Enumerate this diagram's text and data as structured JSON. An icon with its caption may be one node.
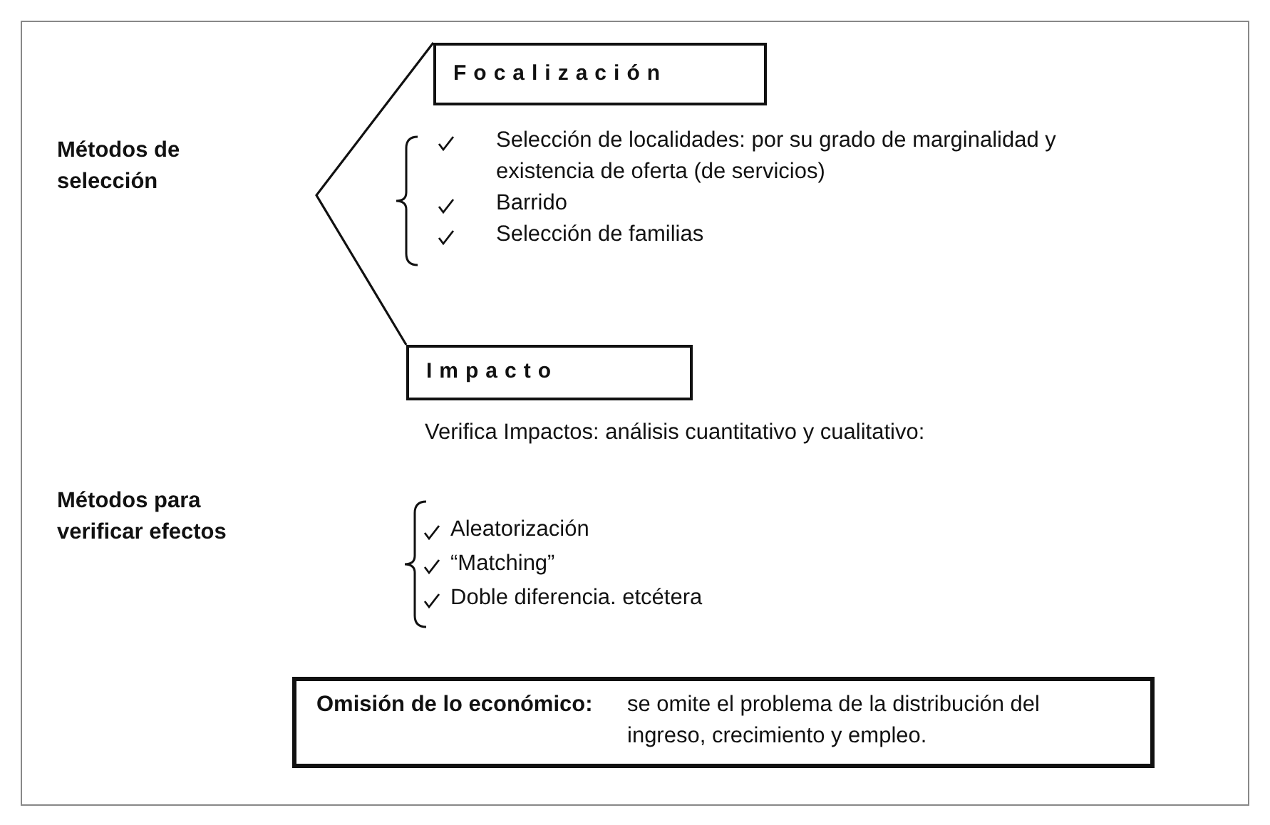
{
  "diagram": {
    "nodes": [
      {
        "text": [
          "Focalización"
        ]
      },
      {
        "text": [
          "Impacto"
        ]
      },
      {
        "text": [
          "Omisión de lo económico:",
          "se omite el problema de la distribución del ingreso, crecimiento y empleo."
        ]
      }
    ],
    "edges": [
      {
        "from": 0,
        "to": 1,
        "arrow": "none"
      }
    ],
    "labels": [
      "Métodos de selección",
      "Selección de localidades: por su grado de marginalidad y existencia de oferta (de servicios)",
      "Barrido",
      "Selección de familias",
      "Verifica Impactos: análisis cuantitativo y cualitativo:",
      "Métodos para verificar efectos",
      "Aleatorización",
      "“Matching”",
      "Doble diferencia. etcétera"
    ]
  }
}
